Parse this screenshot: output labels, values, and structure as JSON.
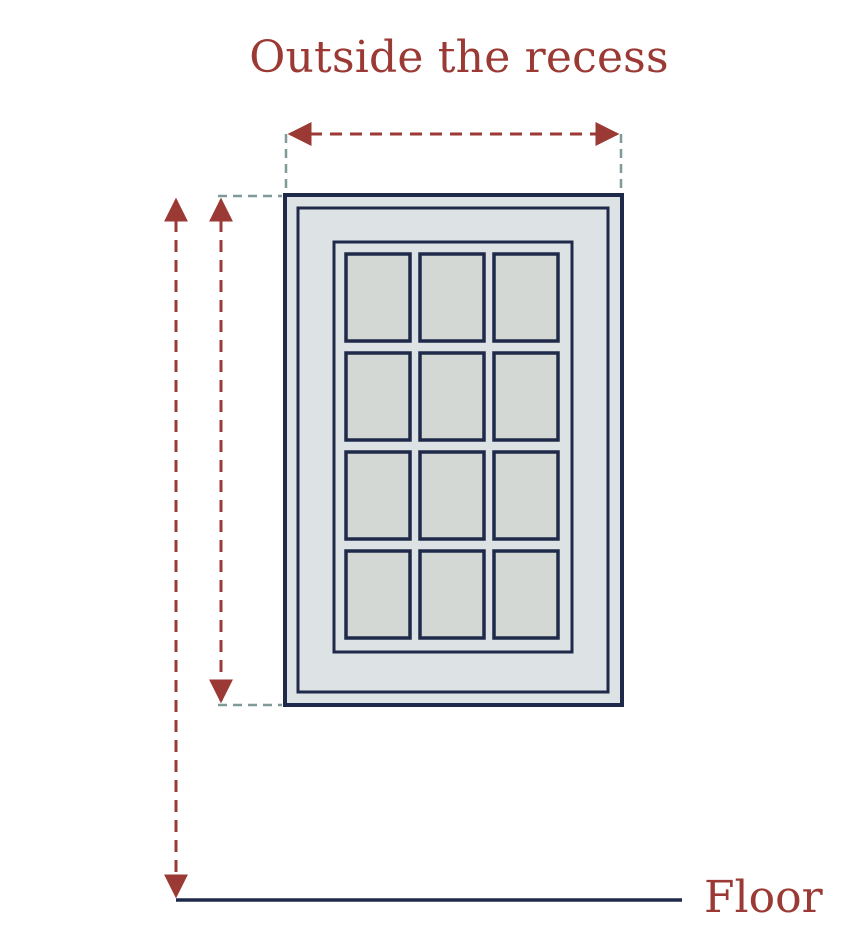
{
  "labels": {
    "title": "Outside the recess",
    "floor": "Floor"
  },
  "colors": {
    "accent": "#9b3a34",
    "guide": "#7f9a98",
    "frame": "#1f2a4a",
    "frame_fill": "#dde2e4",
    "pane_fill": "#d3d8d4",
    "floor_line": "#1f2a4a"
  },
  "window": {
    "pane_rows": 4,
    "pane_cols": 3
  }
}
